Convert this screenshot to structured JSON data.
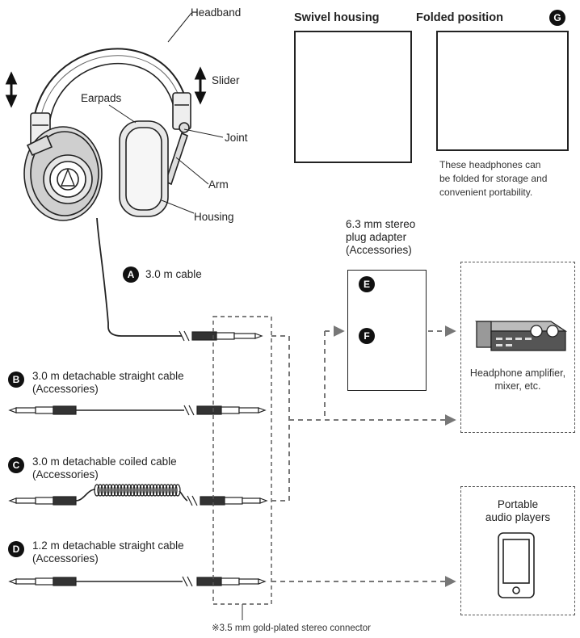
{
  "headphone_labels": {
    "headband": "Headband",
    "slider": "Slider",
    "earpads": "Earpads",
    "joint": "Joint",
    "arm": "Arm",
    "housing": "Housing"
  },
  "views": {
    "swivel_title": "Swivel housing",
    "folded_title": "Folded position",
    "badge_g": "G",
    "folded_note_line1": "These headphones can",
    "folded_note_line2": "be folded for storage and",
    "folded_note_line3": "convenient portability."
  },
  "cables": [
    {
      "badge": "A",
      "label_line1": "3.0 m cable",
      "label_line2": ""
    },
    {
      "badge": "B",
      "label_line1": "3.0 m detachable straight cable",
      "label_line2": "(Accessories)"
    },
    {
      "badge": "C",
      "label_line1": "3.0 m detachable coiled cable",
      "label_line2": "(Accessories)"
    },
    {
      "badge": "D",
      "label_line1": "1.2 m detachable straight cable",
      "label_line2": "(Accessories)"
    }
  ],
  "adapter": {
    "title_line1": "6.3 mm stereo",
    "title_line2": "plug adapter",
    "title_line3": "(Accessories)",
    "badge_e": "E",
    "badge_f": "F"
  },
  "devices": {
    "amp_line1": "Headphone amplifier,",
    "amp_line2": "mixer, etc.",
    "portable_line1": "Portable",
    "portable_line2": "audio players"
  },
  "footnote": "※3.5 mm gold-plated stereo connector"
}
